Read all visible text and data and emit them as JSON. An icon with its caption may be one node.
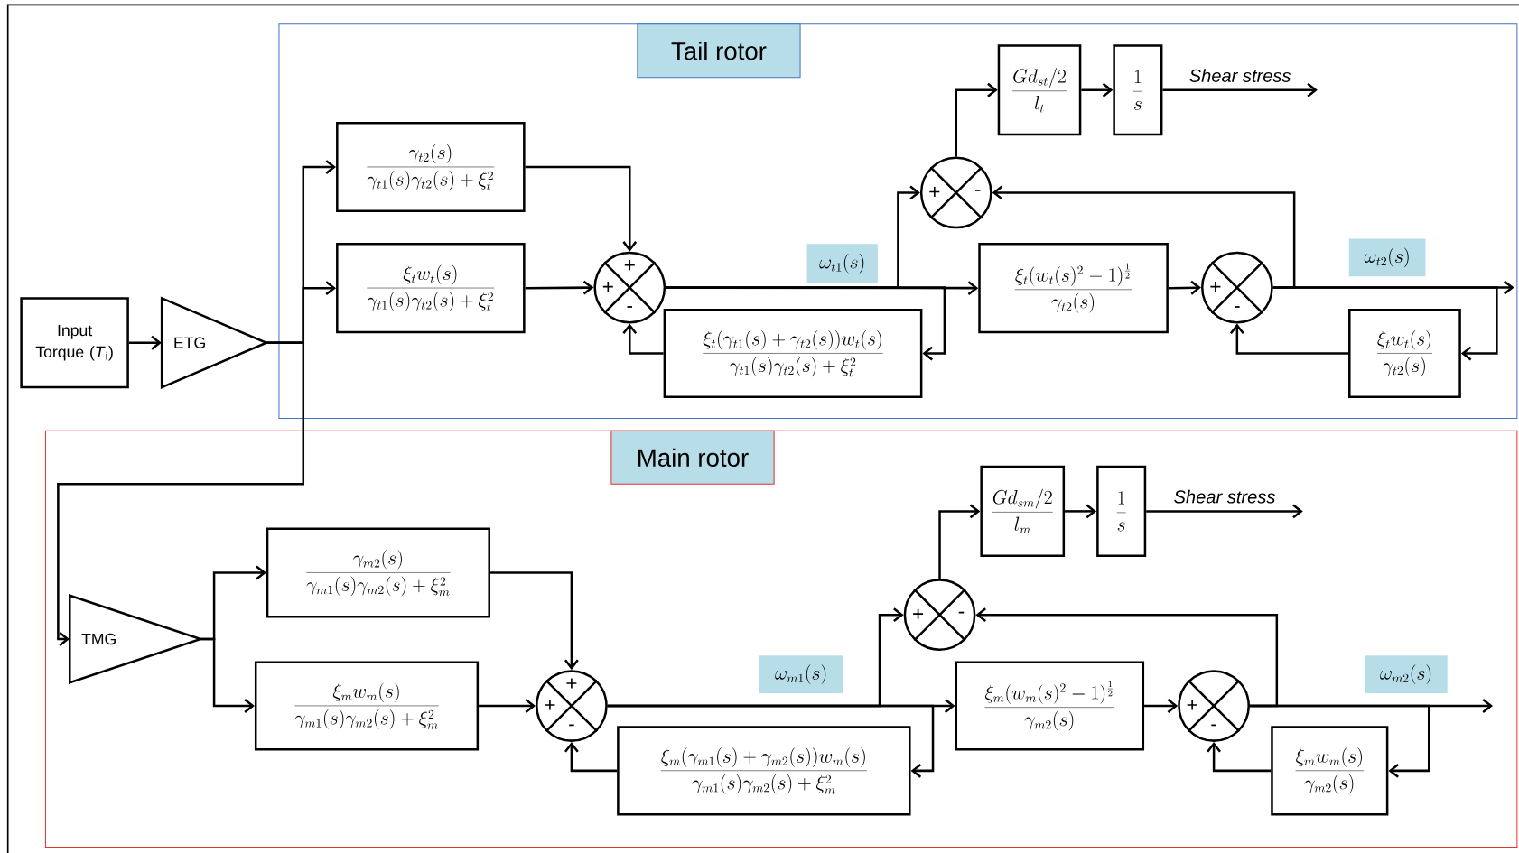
{
  "diagram": {
    "nodes": [
      {
        "text": [
          "Input Torque (*T*$_{i}$)"
        ]
      },
      {
        "text": [
          "ETG"
        ]
      },
      {
        "text": [
          "Tail rotor"
        ]
      },
      {
        "text": [
          "\\frac{\\gamma_{t2}(s)}{\\gamma_{t1}(s)\\gamma_{t2}(s)+\\xi_t^2}"
        ],
        "in": 2
      },
      {
        "text": [
          "\\frac{\\xi_t w_t(s)}{\\gamma_{t1}(s)\\gamma_{t2}(s)+\\xi_t^2}"
        ],
        "in": 2
      },
      {
        "text": [
          "+",
          "+",
          "-"
        ],
        "in": 2
      },
      {
        "text": [
          "\\frac{\\xi_t(\\gamma_{t1}(s)+\\gamma_{t2}(s))w_t(s)}{\\gamma_{t1}(s)\\gamma_{t2}(s)+\\xi_t^2}"
        ],
        "in": 2
      },
      {
        "text": [
          "\\omega_{t1}(s)"
        ],
        "in": 2
      },
      {
        "text": [
          "+",
          "-"
        ],
        "in": 2
      },
      {
        "text": [
          "\\frac{Gd_{st}/2}{l_t}"
        ],
        "in": 2
      },
      {
        "text": [
          "\\frac{1}{s}"
        ],
        "in": 2
      },
      {
        "text": [
          "\\frac{\\xi_t(w_t(s)^2-1)^{\\frac{1}{2}}}{\\gamma_{t2}(s)}"
        ],
        "in": 2
      },
      {
        "text": [
          "+",
          "-"
        ],
        "in": 2
      },
      {
        "text": [
          "\\omega_{t2}(s)"
        ],
        "in": 2
      },
      {
        "text": [
          "\\frac{\\xi_t w_t(s)}{\\gamma_{t2}(s)}"
        ],
        "in": 2
      },
      {
        "text": [
          "Main rotor"
        ]
      },
      {
        "text": [
          "TMG"
        ],
        "in": 15
      },
      {
        "text": [
          "\\frac{\\gamma_{m2}(s)}{\\gamma_{m1}(s)\\gamma_{m2}(s)+\\xi_m^2}"
        ],
        "in": 15
      },
      {
        "text": [
          "\\frac{\\xi_m w_m(s)}{\\gamma_{m1}(s)\\gamma_{m2}(s)+\\xi_m^2}"
        ],
        "in": 15
      },
      {
        "text": [
          "+",
          "+",
          "-"
        ],
        "in": 15
      },
      {
        "text": [
          "\\frac{\\xi_m(\\gamma_{m1}(s)+\\gamma_{m2}(s))w_m(s)}{\\gamma_{m1}(s)\\gamma_{m2}(s)+\\xi_m^2}"
        ],
        "in": 15
      },
      {
        "text": [
          "\\omega_{m1}(s)"
        ],
        "in": 15
      },
      {
        "text": [
          "+",
          "-"
        ],
        "in": 15
      },
      {
        "text": [
          "\\frac{Gd_{sm}/2}{l_m}"
        ],
        "in": 15
      },
      {
        "text": [
          "\\frac{1}{s}"
        ],
        "in": 15
      },
      {
        "text": [
          "\\frac{\\xi_m(w_m(s)^2-1)^{\\frac{1}{2}}}{\\gamma_{m2}(s)}"
        ],
        "in": 15
      },
      {
        "text": [
          "+",
          "-"
        ],
        "in": 15
      },
      {
        "text": [
          "\\omega_{m2}(s)"
        ],
        "in": 15
      },
      {
        "text": [
          "\\frac{\\xi_m w_m(s)}{\\gamma_{m2}(s)}"
        ],
        "in": 15
      }
    ],
    "edges": [
      {
        "from": 0,
        "to": 1,
        "arrow": "to"
      },
      {
        "from": 1,
        "to": 3,
        "arrow": "to"
      },
      {
        "from": 1,
        "to": 4,
        "arrow": "to"
      },
      {
        "from": 1,
        "to": 16,
        "arrow": "to"
      },
      {
        "from": 3,
        "to": 5,
        "arrow": "to"
      },
      {
        "from": 4,
        "to": 5,
        "arrow": "to"
      },
      {
        "from": 5,
        "to": 11,
        "arrow": "to"
      },
      {
        "from": 5,
        "to": 8,
        "arrow": "to"
      },
      {
        "from": 5,
        "to": 6,
        "arrow": "to"
      },
      {
        "from": 6,
        "to": 5,
        "arrow": "to"
      },
      {
        "from": 8,
        "to": 9,
        "arrow": "to"
      },
      {
        "from": 9,
        "to": 10,
        "arrow": "to"
      },
      {
        "from": 10,
        "to": null,
        "arrow": "to",
        "label": "Shear stress"
      },
      {
        "from": 11,
        "to": 12,
        "arrow": "to"
      },
      {
        "from": 12,
        "to": null,
        "arrow": "to"
      },
      {
        "from": 12,
        "to": 8,
        "arrow": "to"
      },
      {
        "from": 12,
        "to": 14,
        "arrow": "to"
      },
      {
        "from": 14,
        "to": 12,
        "arrow": "to"
      },
      {
        "from": 16,
        "to": 17,
        "arrow": "to"
      },
      {
        "from": 16,
        "to": 18,
        "arrow": "to"
      },
      {
        "from": 17,
        "to": 19,
        "arrow": "to"
      },
      {
        "from": 18,
        "to": 19,
        "arrow": "to"
      },
      {
        "from": 19,
        "to": 25,
        "arrow": "to"
      },
      {
        "from": 19,
        "to": 22,
        "arrow": "to"
      },
      {
        "from": 19,
        "to": 20,
        "arrow": "to"
      },
      {
        "from": 20,
        "to": 19,
        "arrow": "to"
      },
      {
        "from": 22,
        "to": 23,
        "arrow": "to"
      },
      {
        "from": 23,
        "to": 24,
        "arrow": "to"
      },
      {
        "from": 24,
        "to": null,
        "arrow": "to",
        "label": "Shear stress"
      },
      {
        "from": 25,
        "to": 26,
        "arrow": "to"
      },
      {
        "from": 26,
        "to": null,
        "arrow": "to"
      },
      {
        "from": 26,
        "to": 22,
        "arrow": "to"
      },
      {
        "from": 26,
        "to": 28,
        "arrow": "to"
      },
      {
        "from": 28,
        "to": 26,
        "arrow": "to"
      }
    ]
  }
}
